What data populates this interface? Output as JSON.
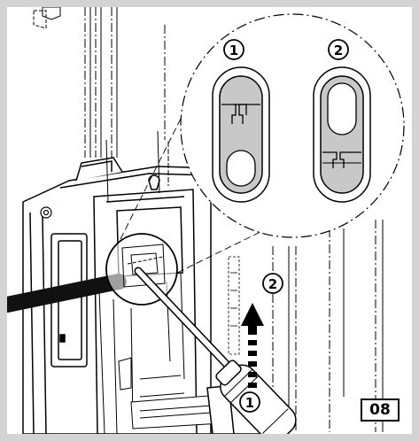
{
  "callouts": {
    "detail_1": "1",
    "detail_2": "2",
    "step_1": "1",
    "step_2": "2"
  },
  "figure": {
    "number": "08"
  },
  "colors": {
    "frame": "#d3d3d3",
    "fill_gray": "#c8c8c8",
    "cable": "#111111",
    "line": "#000000"
  }
}
